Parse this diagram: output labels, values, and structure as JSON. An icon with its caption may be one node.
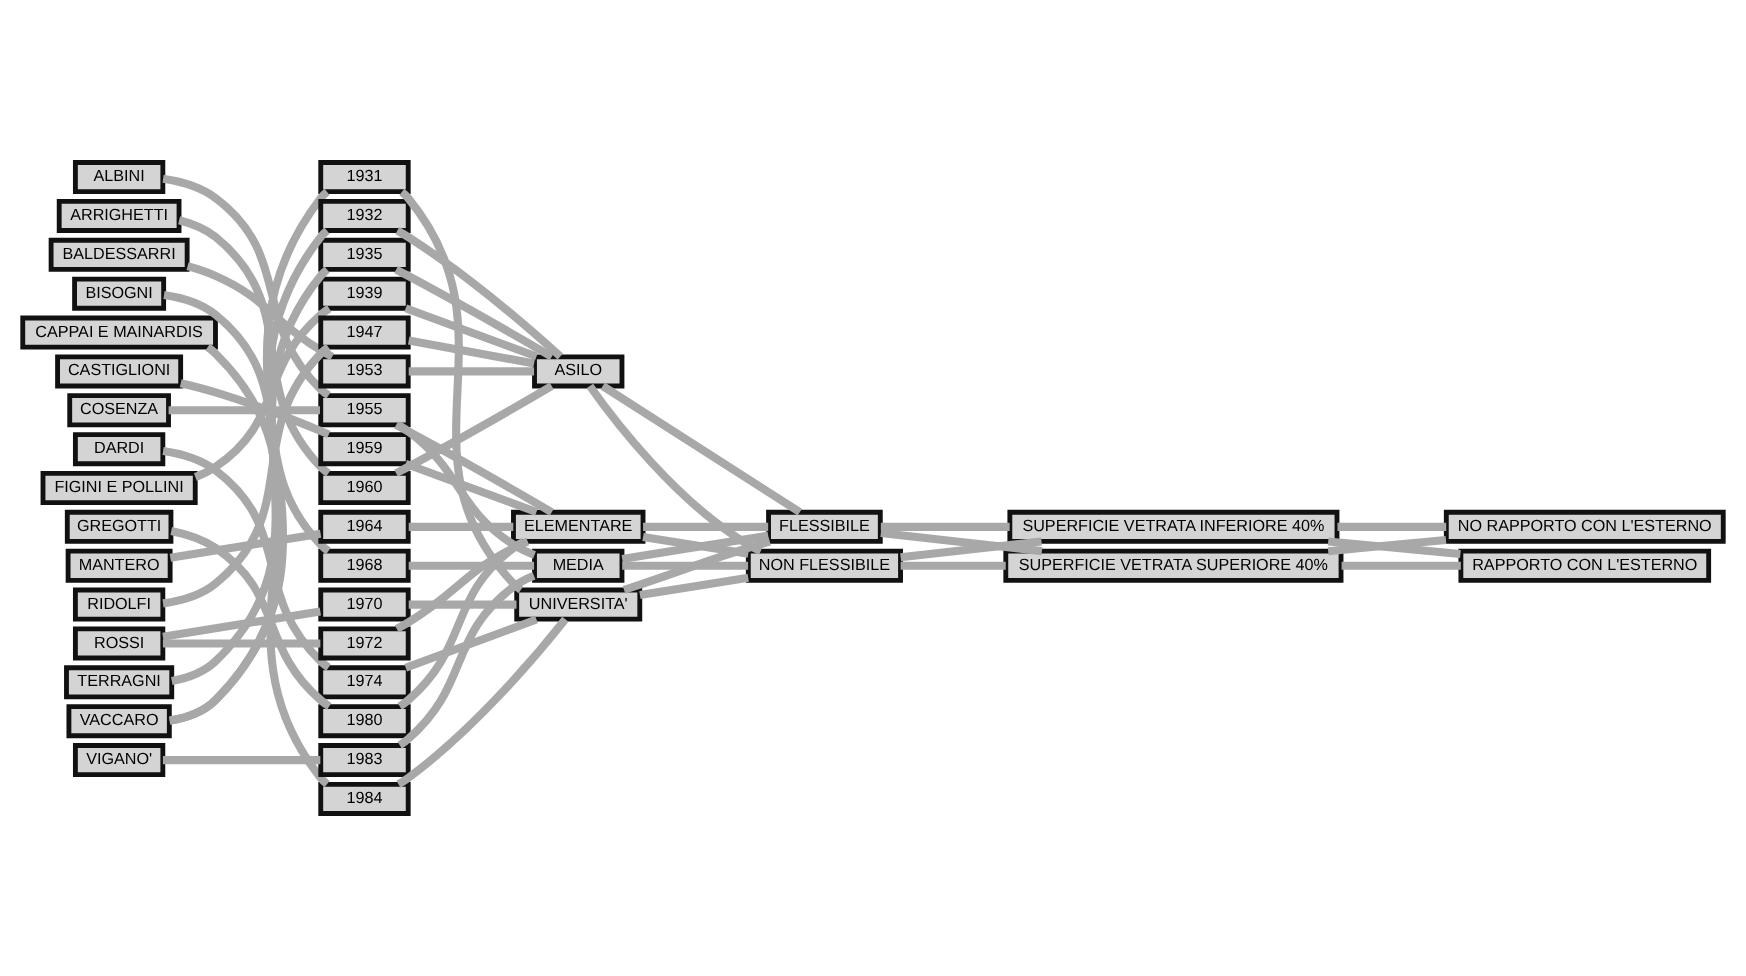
{
  "diagram": {
    "nodes": [
      {
        "text": [
          "ALBINI"
        ]
      },
      {
        "text": [
          "ARRIGHETTI"
        ]
      },
      {
        "text": [
          "BALDESSARRI"
        ]
      },
      {
        "text": [
          "BISOGNI"
        ]
      },
      {
        "text": [
          "CAPPAI E MAINARDIS"
        ]
      },
      {
        "text": [
          "CASTIGLIONI"
        ]
      },
      {
        "text": [
          "COSENZA"
        ]
      },
      {
        "text": [
          "DARDI"
        ]
      },
      {
        "text": [
          "FIGINI E POLLINI"
        ]
      },
      {
        "text": [
          "GREGOTTI"
        ]
      },
      {
        "text": [
          "MANTERO"
        ]
      },
      {
        "text": [
          "RIDOLFI"
        ]
      },
      {
        "text": [
          "ROSSI"
        ]
      },
      {
        "text": [
          "TERRAGNI"
        ]
      },
      {
        "text": [
          "VACCARO"
        ]
      },
      {
        "text": [
          "VIGANO'"
        ]
      },
      {
        "text": [
          "1931"
        ]
      },
      {
        "text": [
          "1932"
        ]
      },
      {
        "text": [
          "1935"
        ]
      },
      {
        "text": [
          "1939"
        ]
      },
      {
        "text": [
          "1947"
        ]
      },
      {
        "text": [
          "1953"
        ]
      },
      {
        "text": [
          "1955"
        ]
      },
      {
        "text": [
          "1959"
        ]
      },
      {
        "text": [
          "1960"
        ]
      },
      {
        "text": [
          "1964"
        ]
      },
      {
        "text": [
          "1968"
        ]
      },
      {
        "text": [
          "1970"
        ]
      },
      {
        "text": [
          "1972"
        ]
      },
      {
        "text": [
          "1974"
        ]
      },
      {
        "text": [
          "1980"
        ]
      },
      {
        "text": [
          "1983"
        ]
      },
      {
        "text": [
          "1984"
        ]
      },
      {
        "text": [
          "ASILO"
        ]
      },
      {
        "text": [
          "ELEMENTARE"
        ]
      },
      {
        "text": [
          "MEDIA"
        ]
      },
      {
        "text": [
          "UNIVERSITA'"
        ]
      },
      {
        "text": [
          "FLESSIBILE"
        ]
      },
      {
        "text": [
          "NON FLESSIBILE"
        ]
      },
      {
        "text": [
          "SUPERFICIE VETRATA INFERIORE 40%"
        ]
      },
      {
        "text": [
          "SUPERFICIE VETRATA SUPERIORE 40%"
        ]
      },
      {
        "text": [
          "NO RAPPORTO CON L'ESTERNO"
        ]
      },
      {
        "text": [
          "RAPPORTO CON L'ESTERNO"
        ]
      }
    ],
    "edges": [
      {
        "from": 0,
        "to": 22,
        "arrow": "none"
      },
      {
        "from": 1,
        "to": 24,
        "arrow": "none"
      },
      {
        "from": 2,
        "to": 21,
        "arrow": "none"
      },
      {
        "from": 3,
        "to": 26,
        "arrow": "none"
      },
      {
        "from": 4,
        "to": 32,
        "arrow": "none"
      },
      {
        "from": 5,
        "to": 23,
        "arrow": "none"
      },
      {
        "from": 6,
        "to": 22,
        "arrow": "none"
      },
      {
        "from": 7,
        "to": 29,
        "arrow": "none"
      },
      {
        "from": 8,
        "to": 19,
        "arrow": "none"
      },
      {
        "from": 9,
        "to": 30,
        "arrow": "none"
      },
      {
        "from": 10,
        "to": 25,
        "arrow": "none"
      },
      {
        "from": 11,
        "to": 20,
        "arrow": "none"
      },
      {
        "from": 12,
        "to": 27,
        "arrow": "none"
      },
      {
        "from": 12,
        "to": 28,
        "arrow": "none"
      },
      {
        "from": 13,
        "to": 18,
        "arrow": "none"
      },
      {
        "from": 14,
        "to": 16,
        "arrow": "none"
      },
      {
        "from": 14,
        "to": 17,
        "arrow": "none"
      },
      {
        "from": 15,
        "to": 31,
        "arrow": "none"
      },
      {
        "from": 16,
        "to": 36,
        "arrow": "none"
      },
      {
        "from": 17,
        "to": 33,
        "arrow": "none"
      },
      {
        "from": 18,
        "to": 33,
        "arrow": "none"
      },
      {
        "from": 19,
        "to": 33,
        "arrow": "none"
      },
      {
        "from": 20,
        "to": 33,
        "arrow": "none"
      },
      {
        "from": 21,
        "to": 33,
        "arrow": "none"
      },
      {
        "from": 22,
        "to": 34,
        "arrow": "none"
      },
      {
        "from": 22,
        "to": 35,
        "arrow": "none"
      },
      {
        "from": 23,
        "to": 34,
        "arrow": "none"
      },
      {
        "from": 24,
        "to": 33,
        "arrow": "none"
      },
      {
        "from": 25,
        "to": 34,
        "arrow": "none"
      },
      {
        "from": 26,
        "to": 35,
        "arrow": "none"
      },
      {
        "from": 27,
        "to": 36,
        "arrow": "none"
      },
      {
        "from": 28,
        "to": 34,
        "arrow": "none"
      },
      {
        "from": 29,
        "to": 36,
        "arrow": "none"
      },
      {
        "from": 30,
        "to": 34,
        "arrow": "none"
      },
      {
        "from": 31,
        "to": 35,
        "arrow": "none"
      },
      {
        "from": 32,
        "to": 36,
        "arrow": "none"
      },
      {
        "from": 33,
        "to": 37,
        "arrow": "none"
      },
      {
        "from": 33,
        "to": 38,
        "arrow": "none"
      },
      {
        "from": 34,
        "to": 37,
        "arrow": "none"
      },
      {
        "from": 34,
        "to": 38,
        "arrow": "none"
      },
      {
        "from": 35,
        "to": 37,
        "arrow": "none"
      },
      {
        "from": 35,
        "to": 38,
        "arrow": "none"
      },
      {
        "from": 36,
        "to": 37,
        "arrow": "none"
      },
      {
        "from": 36,
        "to": 38,
        "arrow": "none"
      },
      {
        "from": 37,
        "to": 39,
        "arrow": "none"
      },
      {
        "from": 37,
        "to": 40,
        "arrow": "none"
      },
      {
        "from": 38,
        "to": 39,
        "arrow": "none"
      },
      {
        "from": 38,
        "to": 40,
        "arrow": "none"
      },
      {
        "from": 39,
        "to": 41,
        "arrow": "none"
      },
      {
        "from": 39,
        "to": 42,
        "arrow": "none"
      },
      {
        "from": 40,
        "to": 41,
        "arrow": "none"
      },
      {
        "from": 40,
        "to": 42,
        "arrow": "none"
      }
    ]
  }
}
